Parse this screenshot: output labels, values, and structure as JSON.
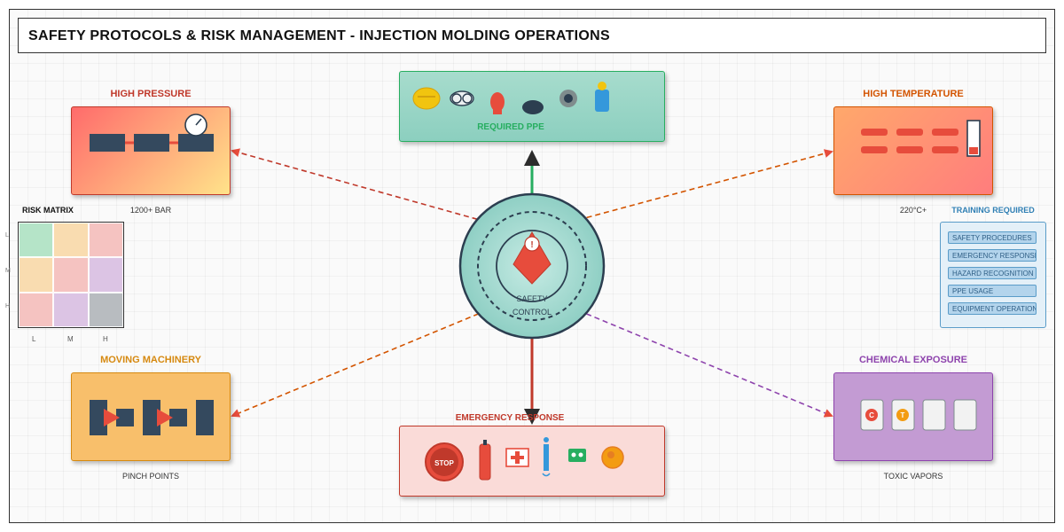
{
  "title": "SAFETY PROTOCOLS & RISK MANAGEMENT - INJECTION MOLDING OPERATIONS",
  "center": {
    "line1": "SAFETY",
    "line2": "CONTROL",
    "alert_glyph": "!"
  },
  "hazards": {
    "high_pressure": {
      "label": "HIGH PRESSURE",
      "sub": "1200+ BAR",
      "color": "#c0392b"
    },
    "high_temperature": {
      "label": "HIGH TEMPERATURE",
      "sub": "220°C+",
      "color": "#d35400"
    },
    "moving_machinery": {
      "label": "MOVING MACHINERY",
      "sub": "PINCH POINTS",
      "color": "#d68910"
    },
    "chemical_exposure": {
      "label": "CHEMICAL EXPOSURE",
      "sub": "TOXIC VAPORS",
      "color": "#8e44ad",
      "tags": [
        "C",
        "T"
      ]
    }
  },
  "ppe": {
    "label": "REQUIRED PPE",
    "color": "#27ae60"
  },
  "emergency": {
    "label": "EMERGENCY RESPONSE",
    "stop_text": "STOP",
    "color": "#c0392b"
  },
  "risk_matrix": {
    "title": "RISK MATRIX",
    "x_labels": [
      "L",
      "M",
      "H"
    ],
    "y_labels": [
      "L",
      "M",
      "H"
    ],
    "cells": [
      "#b5e4c8",
      "#f9dcb0",
      "#f5c3c1",
      "#f9dcb0",
      "#f5c3c1",
      "#dcc4e4",
      "#f5c3c1",
      "#dcc4e4",
      "#b8bcc0"
    ]
  },
  "training": {
    "title": "TRAINING REQUIRED",
    "items": [
      "SAFETY PROCEDURES",
      "EMERGENCY RESPONSE",
      "HAZARD RECOGNITION",
      "PPE USAGE",
      "EQUIPMENT OPERATION"
    ]
  }
}
